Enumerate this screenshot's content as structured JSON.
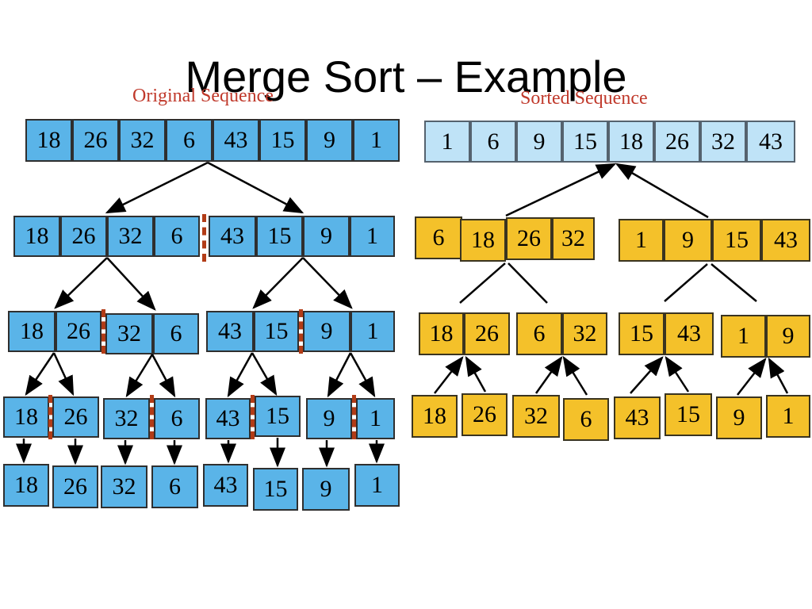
{
  "title": "Merge Sort – Example",
  "original_label": "Original Sequence",
  "sorted_label": "Sorted Sequence",
  "colors": {
    "split_row": "#5ab4e8",
    "sorted_row": "#bfe3f7",
    "merge_row": "#f4c12a",
    "divider": "#b23c17",
    "caption": "#c0392b"
  },
  "original": [
    "18",
    "26",
    "32",
    "6",
    "43",
    "15",
    "9",
    "1"
  ],
  "sorted": [
    "1",
    "6",
    "9",
    "15",
    "18",
    "26",
    "32",
    "43"
  ],
  "divide": {
    "level1": [
      [
        "18",
        "26",
        "32",
        "6"
      ],
      [
        "43",
        "15",
        "9",
        "1"
      ]
    ],
    "level2": [
      [
        "18",
        "26"
      ],
      [
        "32",
        "6"
      ],
      [
        "43",
        "15"
      ],
      [
        "9",
        "1"
      ]
    ],
    "level3": [
      [
        "18"
      ],
      [
        "26"
      ],
      [
        "32"
      ],
      [
        "6"
      ],
      [
        "43"
      ],
      [
        "15"
      ],
      [
        "9"
      ],
      [
        "1"
      ]
    ],
    "singles": [
      "18",
      "26",
      "32",
      "6",
      "43",
      "15",
      "9",
      "1"
    ]
  },
  "merge": {
    "level1": [
      [
        "6",
        "18",
        "26",
        "32"
      ],
      [
        "1",
        "9",
        "15",
        "43"
      ]
    ],
    "level2": [
      [
        "18",
        "26"
      ],
      [
        "6",
        "32"
      ],
      [
        "15",
        "43"
      ],
      [
        "1",
        "9"
      ]
    ],
    "level3": [
      "18",
      "26",
      "32",
      "6",
      "43",
      "15",
      "9",
      "1"
    ]
  }
}
